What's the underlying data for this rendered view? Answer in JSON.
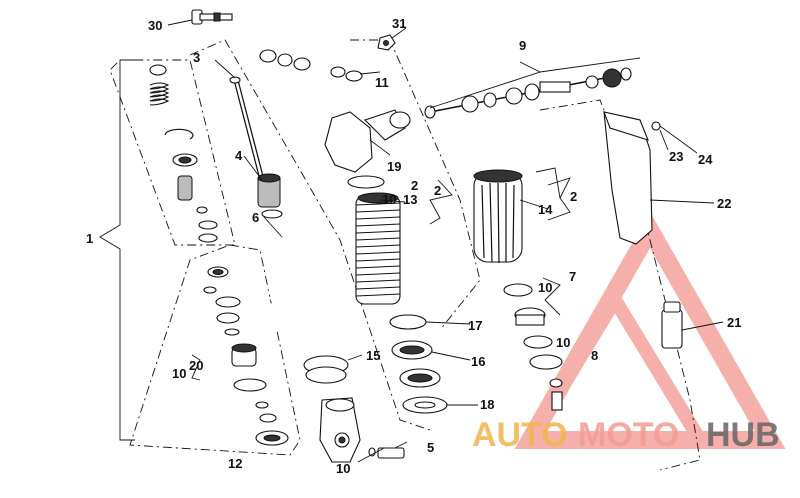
{
  "callouts": {
    "c1": "1",
    "c2a": "2",
    "c2b": "2",
    "c2c": "2",
    "c3": "3",
    "c4": "4",
    "c5": "5",
    "c6": "6",
    "c7": "7",
    "c8": "8",
    "c9": "9",
    "c10a": "10",
    "c10b": "10",
    "c10c": "10",
    "c10d": "10",
    "c10e": "10",
    "c11": "11",
    "c12": "12",
    "c13": "13",
    "c14": "14",
    "c15": "15",
    "c16": "16",
    "c17": "17",
    "c18": "18",
    "c19": "19",
    "c20": "20",
    "c21": "21",
    "c22": "22",
    "c23": "23",
    "c24": "24",
    "c30": "30",
    "c31": "31"
  },
  "watermark": {
    "auto": "AUTO",
    "moto": "MOTO",
    "hub": "HUB",
    "colors": {
      "auto": "#f2b54a",
      "moto": "#f39b93",
      "hub": "#666666",
      "triangle": "#f0706a"
    }
  }
}
